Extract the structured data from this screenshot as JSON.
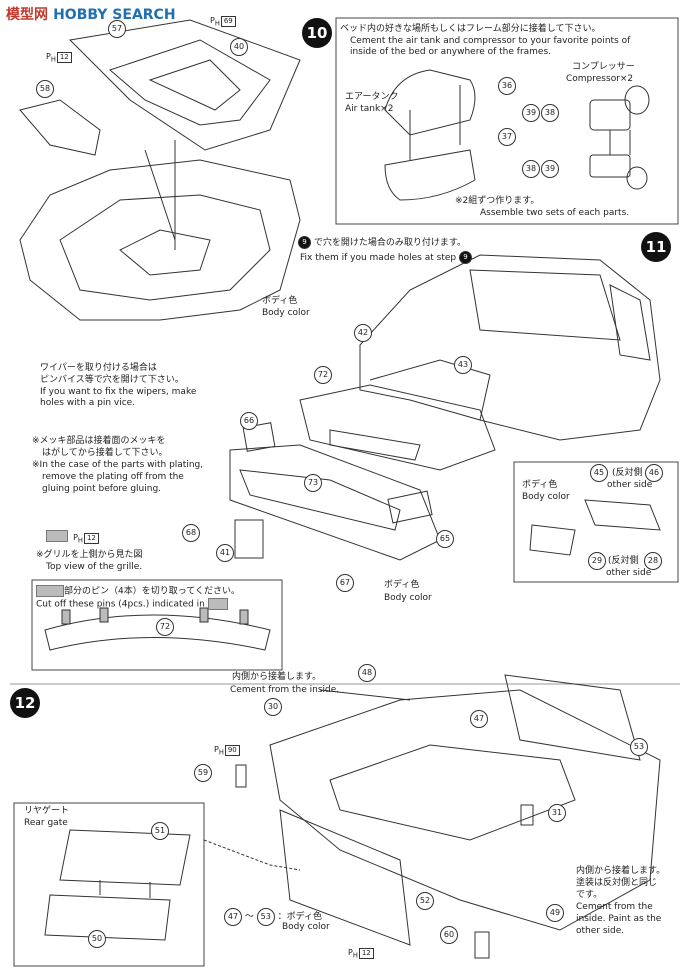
{
  "header": {
    "logo": "模型网",
    "site": "HOBBY SEARCH"
  },
  "steps": [
    "10",
    "11",
    "12"
  ],
  "step10": {
    "jp": "ベッド内の好きな場所もしくはフレーム部分に接着して下さい。",
    "en1": "Cement the air tank and compressor to your favorite points of",
    "en2": "inside of the bed or anywhere of the frames.",
    "air_tank_jp": "エアータンク",
    "air_tank_en": "Air tank×2",
    "compressor_jp": "コンプレッサー",
    "compressor_en": "Compressor×2",
    "assemble_jp": "※2組ずつ作ります。",
    "assemble_en": "Assemble two sets of each parts."
  },
  "step11": {
    "fix_jp": "で穴を開けた場合のみ取り付けます。",
    "fix_en": "Fix them if you made holes at step",
    "step_ref": "9",
    "wiper_jp1": "ワイパーを取り付ける場合は",
    "wiper_jp2": "ピンバイス等で穴を開けて下さい。",
    "wiper_en1": "If you want to fix the wipers, make",
    "wiper_en2": "holes with a pin vice.",
    "plating_jp1": "※メッキ部品は接着面のメッキを",
    "plating_jp2": "はがしてから接着して下さい。",
    "plating_en1": "※In the case of the parts with plating,",
    "plating_en2": "remove the plating off from the",
    "plating_en3": "gluing point before gluing.",
    "grille_jp": "※グリルを上側から見た図",
    "grille_en": "Top view of the grille.",
    "cut_jp": "部分のピン（4本）を切り取ってください。",
    "cut_en": "Cut off these pins (4pcs.) indicated in",
    "body_color_jp": "ボディ色",
    "body_color_en": "Body color",
    "other_side_jp": "(反対側",
    "other_side_en": "other side"
  },
  "step12": {
    "inside_jp": "内側から接着します。",
    "inside_en": "Cement from the inside.",
    "rear_gate_jp": "リヤゲート",
    "rear_gate_en": "Rear gate",
    "paint_jp1": "内側から接着します。",
    "paint_jp2": "塗装は反対側と同じ",
    "paint_jp3": "です。",
    "paint_en1": "Cement from the",
    "paint_en2": "inside. Paint as the",
    "paint_en3": "other side.",
    "range_label": "～",
    "body_color_jp": "：ボディ色",
    "body_color_en": "Body color"
  },
  "parts_ref": {
    "ph_prefix": "P",
    "ph_sub": "H",
    "ph12": "12",
    "ph69": "69",
    "ph90": "90"
  },
  "part_numbers": {
    "p57": "57",
    "p40": "40",
    "p58": "58",
    "p36": "36",
    "p37": "37",
    "p39a": "39",
    "p38a": "38",
    "p38b": "38",
    "p39b": "39",
    "p42": "42",
    "p43": "43",
    "p72": "72",
    "p66": "66",
    "p73": "73",
    "p68": "68",
    "p41": "41",
    "p67": "67",
    "p65": "65",
    "p45": "45",
    "p46": "46",
    "p29": "29",
    "p28": "28",
    "p72b": "72",
    "p48": "48",
    "p30": "30",
    "p47": "47",
    "p53": "53",
    "p59": "59",
    "p51": "51",
    "p31": "31",
    "p50": "50",
    "p52": "52",
    "p49": "49",
    "p60": "60",
    "p47r": "47",
    "p53r": "53"
  }
}
